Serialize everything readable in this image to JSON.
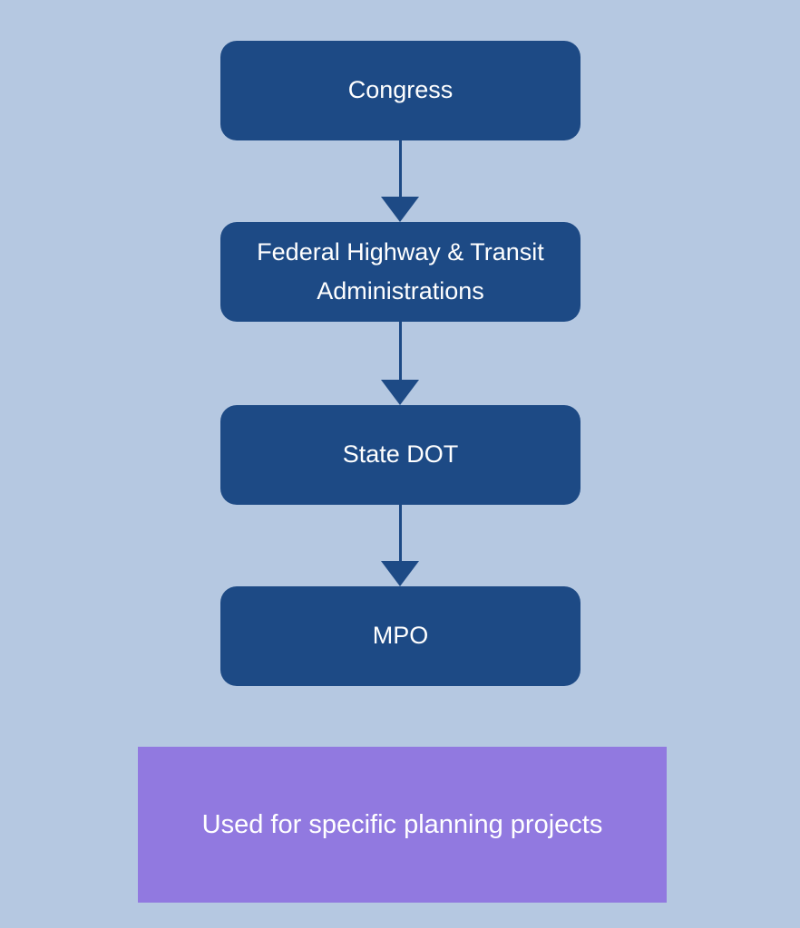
{
  "colors": {
    "background": "#b5c8e1",
    "node": "#1d4a85",
    "note": "#9179e0",
    "text": "#ffffff"
  },
  "diagram": {
    "type": "flowchart",
    "direction": "top-down",
    "nodes": [
      {
        "id": "congress",
        "label": "Congress"
      },
      {
        "id": "fhwa-fta",
        "label": "Federal Highway & Transit Administrations"
      },
      {
        "id": "state-dot",
        "label": "State DOT"
      },
      {
        "id": "mpo",
        "label": "MPO"
      }
    ],
    "edges": [
      {
        "from": "congress",
        "to": "fhwa-fta",
        "style": "arrow-down"
      },
      {
        "from": "fhwa-fta",
        "to": "state-dot",
        "style": "arrow-down"
      },
      {
        "from": "state-dot",
        "to": "mpo",
        "style": "arrow-down"
      }
    ],
    "note": {
      "label": "Used for specific planning projects"
    }
  }
}
